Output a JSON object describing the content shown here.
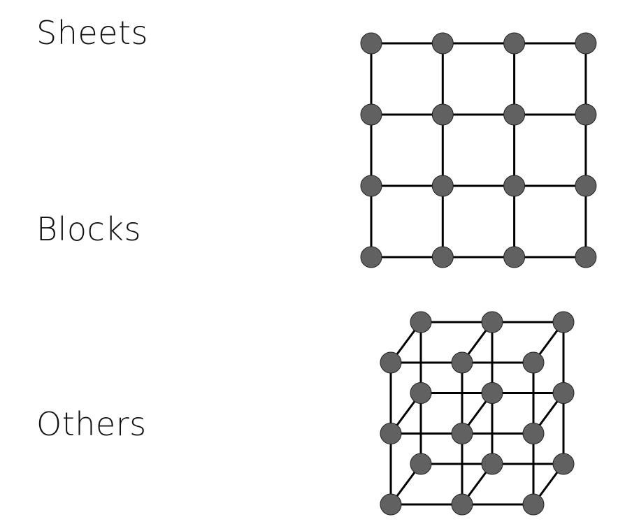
{
  "labels": {
    "sheets": "Sheets",
    "blocks": "Blocks",
    "others": "Others"
  },
  "colors": {
    "node_fill": "#616161",
    "node_stroke": "#222222",
    "edge": "#000000",
    "text": "#111111",
    "background": "#ffffff"
  },
  "grid_2d": {
    "rows": 4,
    "cols": 4
  },
  "grid_3d": {
    "nx": 3,
    "ny": 3,
    "nz": 2
  }
}
